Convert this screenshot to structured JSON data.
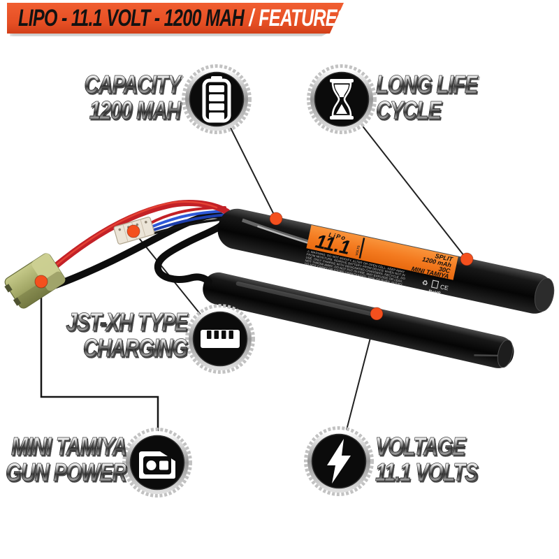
{
  "header": {
    "title_left": "LIPO - 11.1 VOLT - 1200 MAH",
    "separator": "/",
    "title_right": "FEATURES",
    "bg_color": "#e64f24"
  },
  "features": [
    {
      "id": "capacity",
      "line1": "CAPACITY",
      "line2": "1200 MAH",
      "icon": "battery-icon"
    },
    {
      "id": "long-life",
      "line1": "LONG LIFE",
      "line2": "CYCLE",
      "icon": "hourglass-icon"
    },
    {
      "id": "jst",
      "line1": "JST-XH TYPE",
      "line2": "CHARGING",
      "icon": "jst-connector-icon"
    },
    {
      "id": "tamiya",
      "line1": "MINI TAMIYA",
      "line2": "GUN POWER",
      "icon": "tamiya-connector-icon"
    },
    {
      "id": "voltage",
      "line1": "VOLTAGE",
      "line2": "11.1 VOLTS",
      "icon": "lightning-icon"
    }
  ],
  "battery_label": {
    "brand_small": "LiPo",
    "voltage_big": "11.1",
    "volt_unit": "VOLTS",
    "spec_lines": [
      "SPLIT",
      "1200 mAh",
      "30C",
      "MINI TAMIYA"
    ],
    "warning_lines": [
      "⚠ WARNING: DO NOT MODIFY, ALTER OR OPEN CELL. KEEP AWAY",
      "FROM MOISTURE. REMOVE BATTERY FROM DEVICE WHEN NOT IN",
      "USE. ONLY CHARGE WITH DESIGNATED CHARGERS. RECYCLE. DO",
      "NOT THROW AWAY. DO NOT PUT IN FIRE. MAY EXPLODE OR LEAK.",
      "DO NOT CARRY OR STORE UNPACKAGED. RISK OF BURN, INJURY."
    ],
    "recycle_mark": "♻",
    "ce_mark": "CE",
    "rohs_mark": "RoHS",
    "label_orange": "#f47b20"
  },
  "colors": {
    "banner_orange": "#e64f24",
    "dot_orange": "#f4501e",
    "wire_red": "#c32127",
    "wire_blue": "#2e59d8",
    "connector_olive": "#a2a766",
    "metal_silver": "#c2c2c2"
  }
}
